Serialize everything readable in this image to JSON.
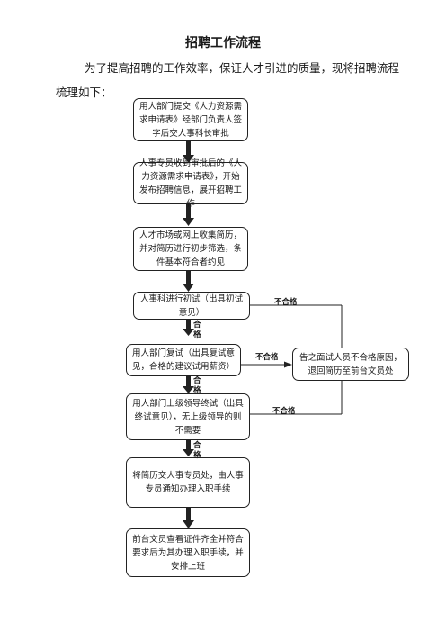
{
  "title": "招聘工作流程",
  "intro": {
    "line1": "为了提高招聘的工作效率，保证人才引进的质量，现将招聘流程",
    "line2": "梳理如下："
  },
  "steps": [
    "用人部门提交《人力资源需求申请表》经部门负责人签字后交人事科长审批",
    "人事专员收到审批后的《人力资源需求申请表》，开始发布招聘信息，展开招聘工作",
    "人才市场或网上收集简历，并对简历进行初步筛选，条件基本符合者约见",
    "人事科进行初试（出具初试意见）",
    "用人部门复试（出具复试意见，合格的建议试用薪资）",
    "用人部门上级领导终试（出具终试意见），无上级领导的则不需要",
    "将简历交人事专员处，由人事专员通知办理入职手续",
    "前台文员查看证件齐全并符合要求后为其办理入职手续，并安排上班"
  ],
  "reject_box": "告之面试人员不合格原因，退回简历至前台文员处",
  "labels": {
    "pass": "合格",
    "fail": "不合格"
  }
}
